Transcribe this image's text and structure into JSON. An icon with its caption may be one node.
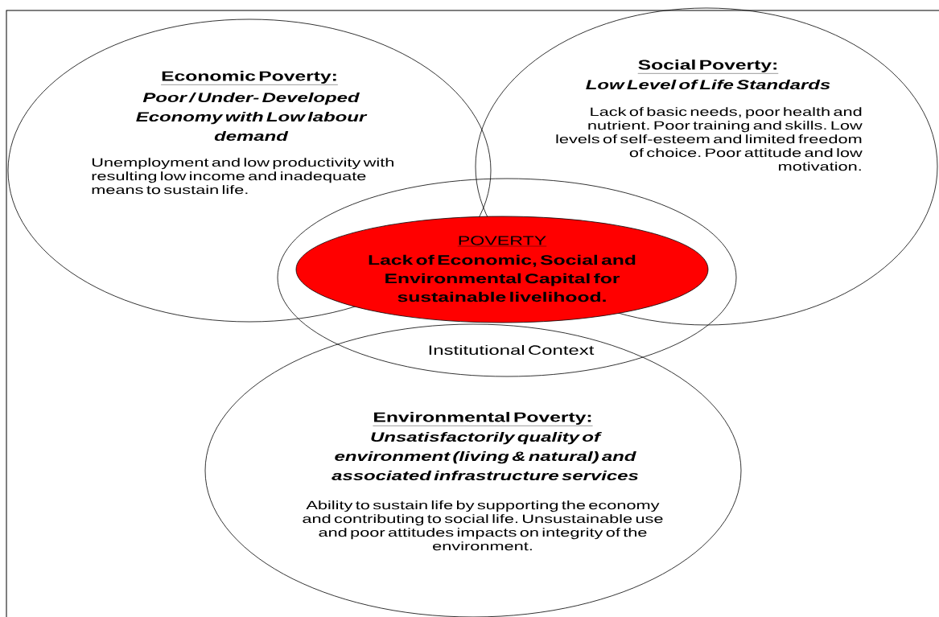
{
  "diagram": {
    "nodes": [
      {
        "text": [
          "Economic Poverty:",
          "Poor / Under- Developed Economy with Low labour demand",
          "Unemployment and low productivity with resulting low income and inadequate means to sustain life."
        ]
      },
      {
        "text": [
          "Social Poverty:",
          "Low Level of Life Standards",
          "Lack of basic needs, poor health and nutrient. Poor training and skills. Low levels of self-esteem and limited freedom of choice. Poor attitude and low motivation."
        ]
      },
      {
        "text": [
          "Institutional Context"
        ]
      },
      {
        "text": [
          "POVERTY",
          "Lack of Economic, Social and Environmental Capital for sustainable livelihood."
        ],
        "in": 2
      },
      {
        "text": [
          "Environmental Poverty:",
          "Unsatisfactorily quality of environment (living & natural) and associated infrastructure services",
          "Ability to sustain life by supporting the economy and contributing to social life. Unsustainable use and poor attitudes impacts on integrity of the environment."
        ]
      }
    ]
  }
}
